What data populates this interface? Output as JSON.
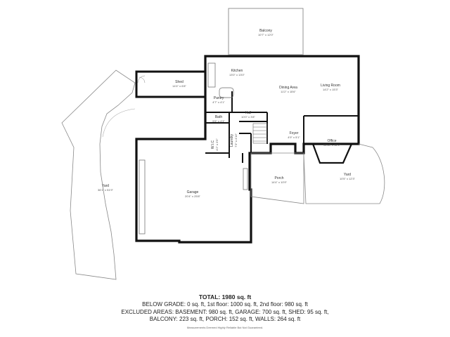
{
  "rooms": {
    "balcony": {
      "name": "Balcony",
      "dims": "10'7\" x 12'0\""
    },
    "kitchen": {
      "name": "Kitchen",
      "dims": "13'0\" x 13'0\""
    },
    "dining": {
      "name": "Dining Area",
      "dims": "11'2\" x 15'6\""
    },
    "living": {
      "name": "Living Room",
      "dims": "14'2\" x 15'3\""
    },
    "shed": {
      "name": "Shed",
      "dims": "14'4\" x 6'8\""
    },
    "pantry": {
      "name": "Pantry",
      "dims": "4'7\" x 4'1\""
    },
    "hall": {
      "name": "Hall",
      "dims": "10'0\" x 3'8\""
    },
    "bath": {
      "name": "Bath",
      "dims": "5'5\" x 4'3\""
    },
    "foyer": {
      "name": "Foyer",
      "dims": "4'9\" x 5'1\""
    },
    "office": {
      "name": "Office",
      "dims": "13'10\" x 12'9\""
    },
    "wic": {
      "name": "W.I.C",
      "dims": "4'2\" x 3'5\""
    },
    "laundry": {
      "name": "Laundry",
      "dims": "7'3\" x 4'10\""
    },
    "porch": {
      "name": "Porch",
      "dims": "14'4\" x 10'9\""
    },
    "yard_right": {
      "name": "Yard",
      "dims": "10'5\" x 12'3\""
    },
    "yard_left": {
      "name": "Yard",
      "dims": "36'1\" x 51'9\""
    },
    "garage": {
      "name": "Garage",
      "dims": "20'4\" x 25'8\""
    }
  },
  "summary": {
    "total": "TOTAL: 1980 sq. ft",
    "line1": "BELOW GRADE: 0 sq. ft, 1st floor: 1000 sq. ft, 2nd floor: 980 sq. ft",
    "line2": "EXCLUDED AREAS: BASEMENT: 980 sq. ft, GARAGE: 700 sq. ft, SHED: 95 sq. ft,",
    "line3": "BALCONY: 223 sq. ft, PORCH: 152 sq. ft, WALLS: 264 sq. ft",
    "disclaimer": "Measurements Deemed Highly Reliable But Not Guaranteed."
  }
}
